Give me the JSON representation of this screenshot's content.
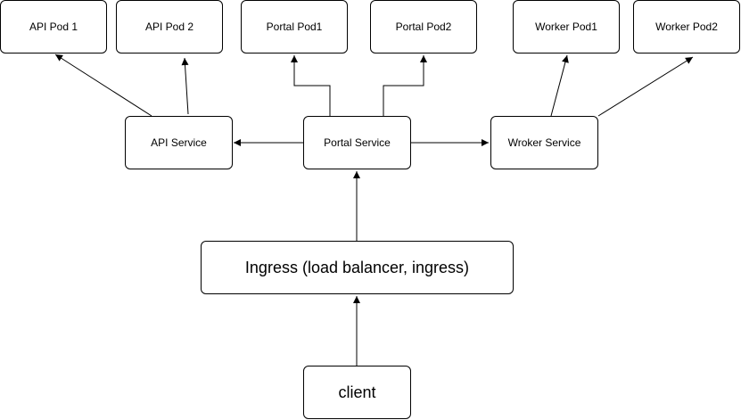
{
  "diagram": {
    "nodes": {
      "api_pod_1": "API Pod 1",
      "api_pod_2": "API Pod 2",
      "portal_pod_1": "Portal Pod1",
      "portal_pod_2": "Portal Pod2",
      "worker_pod_1": "Worker Pod1",
      "worker_pod_2": "Worker Pod2",
      "api_service": "API Service",
      "portal_service": "Portal Service",
      "worker_service": "Wroker Service",
      "ingress": "Ingress (load balancer, ingress)",
      "client": "client"
    },
    "edges": [
      {
        "from": "client",
        "to": "ingress"
      },
      {
        "from": "ingress",
        "to": "portal_service"
      },
      {
        "from": "portal_service",
        "to": "api_service"
      },
      {
        "from": "portal_service",
        "to": "worker_service"
      },
      {
        "from": "portal_service",
        "to": "portal_pod_1"
      },
      {
        "from": "portal_service",
        "to": "portal_pod_2"
      },
      {
        "from": "api_service",
        "to": "api_pod_1"
      },
      {
        "from": "api_service",
        "to": "api_pod_2"
      },
      {
        "from": "worker_service",
        "to": "worker_pod_1"
      },
      {
        "from": "worker_service",
        "to": "worker_pod_2"
      }
    ],
    "colors": {
      "stroke": "#000000",
      "fill": "#ffffff",
      "text": "#000000"
    }
  }
}
